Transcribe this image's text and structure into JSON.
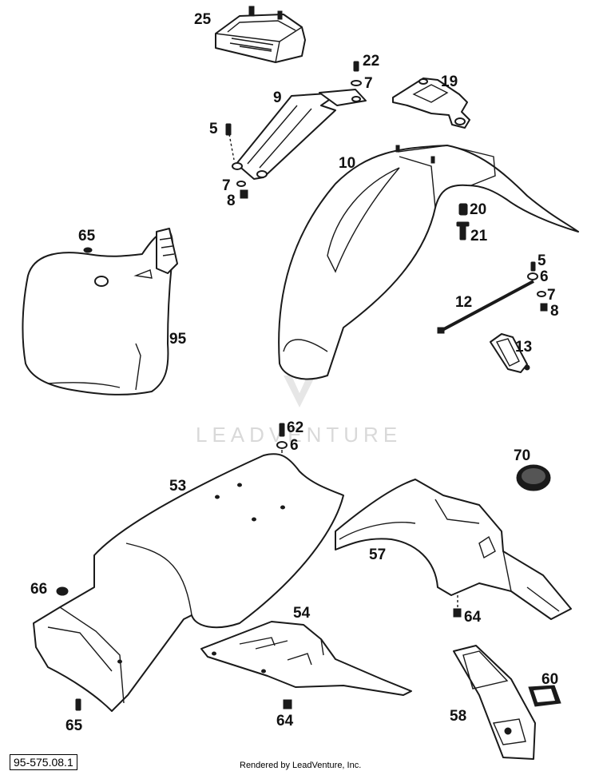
{
  "watermark": {
    "text": "LEADVENTURE"
  },
  "footer": {
    "diagram_code": "95-575.08.1",
    "credit": "Rendered by LeadVenture, Inc."
  },
  "callouts": {
    "c25": "25",
    "c22": "22",
    "c7a": "7",
    "c19": "19",
    "c9": "9",
    "c5a": "5",
    "c7b": "7",
    "c8a": "8",
    "c10": "10",
    "c20": "20",
    "c21": "21",
    "c65a": "65",
    "c95": "95",
    "c5b": "5",
    "c6a": "6",
    "c12": "12",
    "c7c": "7",
    "c8b": "8",
    "c13": "13",
    "c62": "62",
    "c6b": "6",
    "c70": "70",
    "c53": "53",
    "c57": "57",
    "c66": "66",
    "c64a": "64",
    "c54": "54",
    "c60": "60",
    "c58": "58",
    "c65b": "65",
    "c64b": "64"
  }
}
